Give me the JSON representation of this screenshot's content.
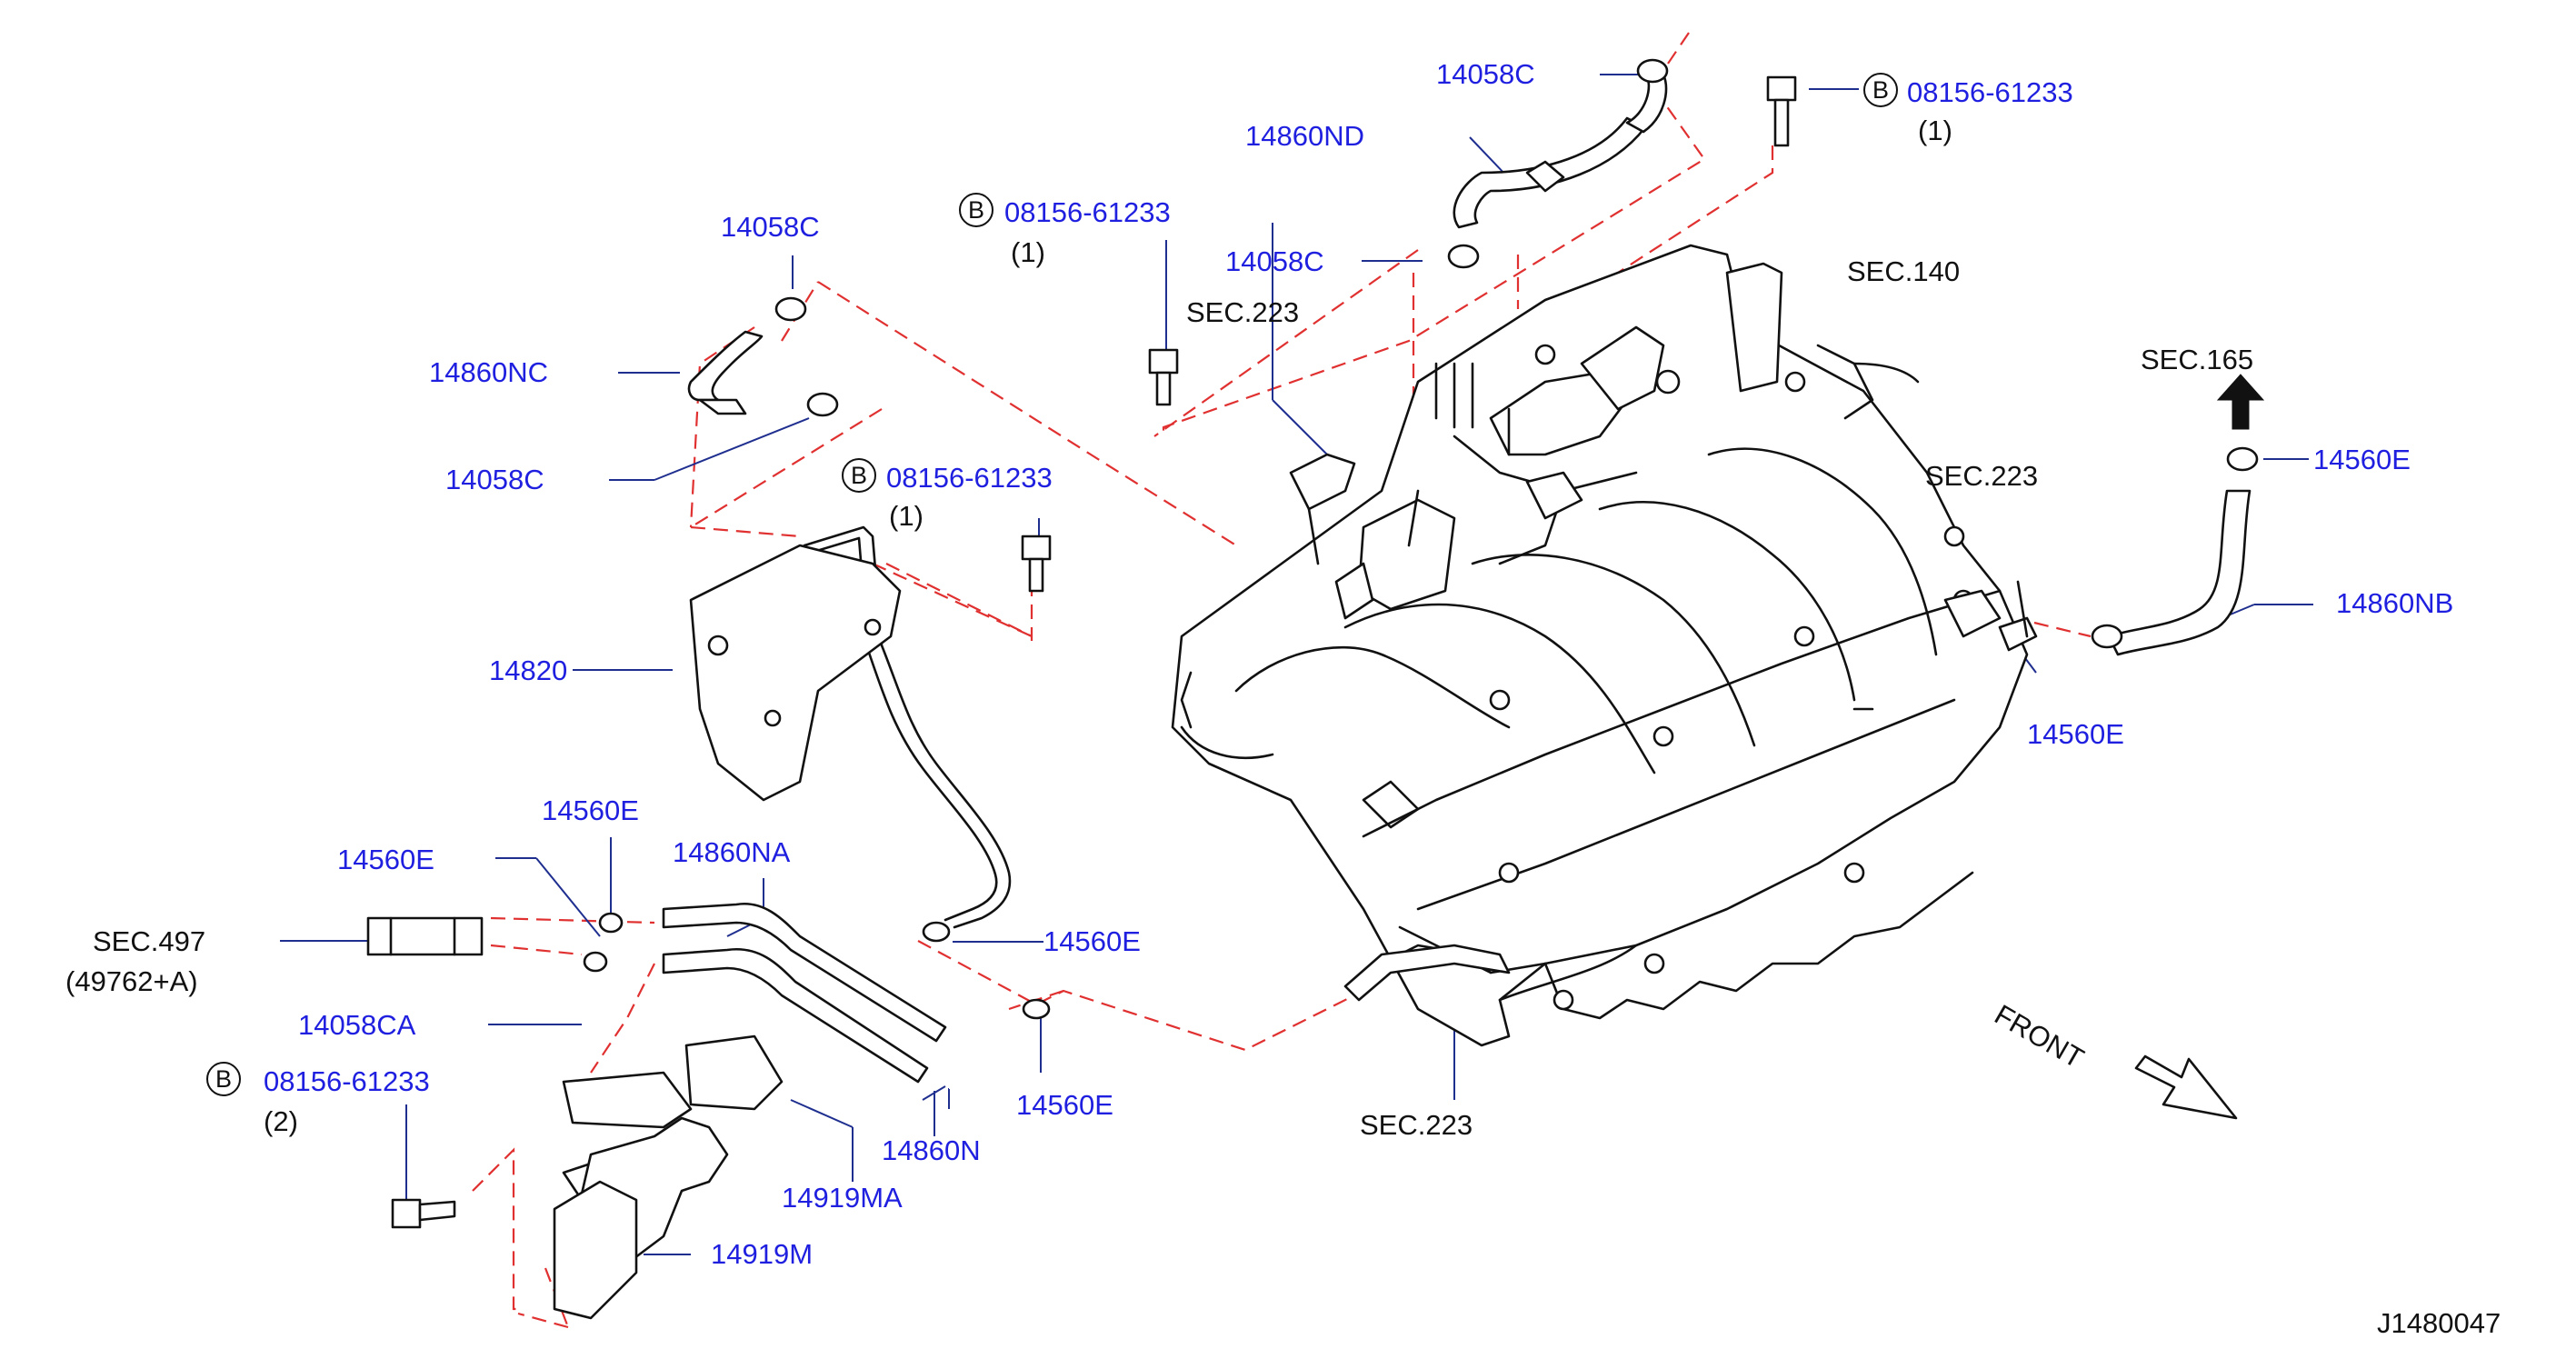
{
  "diagram": {
    "drawing_code": "J1480047",
    "front_label": "FRONT",
    "bolt_symbol": "B",
    "callouts": [
      {
        "id": "c01",
        "part": "14058C"
      },
      {
        "id": "c02",
        "part": "14860ND"
      },
      {
        "id": "c03",
        "part": "08156-61233",
        "qty": "(1)",
        "bolt": true
      },
      {
        "id": "c04",
        "part": "14058C"
      },
      {
        "id": "c05",
        "part": "14860NC"
      },
      {
        "id": "c06",
        "part": "14058C"
      },
      {
        "id": "c07",
        "part": "08156-61233",
        "qty": "(1)",
        "bolt": true
      },
      {
        "id": "c08",
        "part": "14058C"
      },
      {
        "id": "c09",
        "part": "08156-61233",
        "qty": "(1)",
        "bolt": true
      },
      {
        "id": "c10",
        "part": "14820"
      },
      {
        "id": "c11",
        "part": "14560E"
      },
      {
        "id": "c12",
        "part": "14560E"
      },
      {
        "id": "c13",
        "part": "14860NA"
      },
      {
        "id": "c14",
        "part": "14560E"
      },
      {
        "id": "c15",
        "part": "14058CA"
      },
      {
        "id": "c16",
        "part": "08156-61233",
        "qty": "(2)",
        "bolt": true
      },
      {
        "id": "c17",
        "part": "14560E"
      },
      {
        "id": "c18",
        "part": "14860N"
      },
      {
        "id": "c19",
        "part": "14919MA"
      },
      {
        "id": "c20",
        "part": "14919M"
      },
      {
        "id": "c21",
        "part": "14560E"
      },
      {
        "id": "c22",
        "part": "14860NB"
      },
      {
        "id": "c23",
        "part": "14560E"
      }
    ],
    "sections": [
      {
        "id": "s01",
        "text": "SEC.140"
      },
      {
        "id": "s02",
        "text": "SEC.223"
      },
      {
        "id": "s03",
        "text": "SEC.165"
      },
      {
        "id": "s04",
        "text": "SEC.223"
      },
      {
        "id": "s05",
        "text": "SEC.223"
      },
      {
        "id": "s06",
        "text": "SEC.497",
        "sub": "(49762+A)"
      }
    ]
  }
}
